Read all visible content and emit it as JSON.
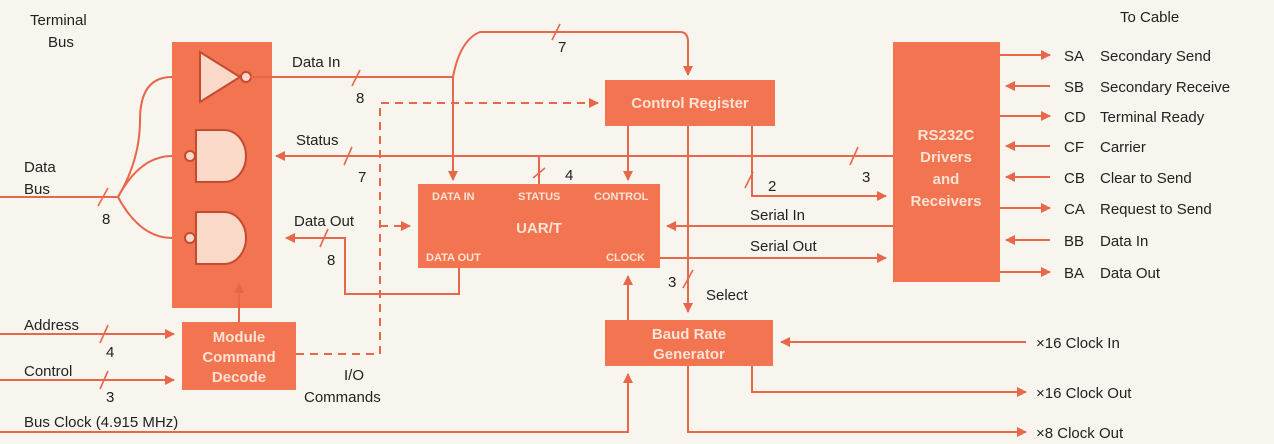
{
  "colors": {
    "block": "#f27450",
    "wire": "#e8664a",
    "text": "#222222",
    "background": "#f8f4ee"
  },
  "labels": {
    "terminal_bus_1": "Terminal",
    "terminal_bus_2": "Bus",
    "to_cable": "To Cable",
    "data_bus_1": "Data",
    "data_bus_2": "Bus",
    "data_bus_width": "8",
    "data_in": "Data In",
    "data_in_width": "8",
    "status": "Status",
    "status_width": "7",
    "data_out": "Data Out",
    "data_out_width": "8",
    "top_bus_width": "7",
    "uart_status_width": "4",
    "control_to_rs232_width": "2",
    "rs232_width": "3",
    "select_width": "3",
    "select": "Select",
    "serial_in": "Serial In",
    "serial_out": "Serial Out",
    "address": "Address",
    "address_width": "4",
    "control": "Control",
    "control_width": "3",
    "io_commands_1": "I/O",
    "io_commands_2": "Commands",
    "bus_clock": "Bus Clock (4.915 MHz)",
    "clock_in_16": "×16 Clock In",
    "clock_out_16": "×16 Clock Out",
    "clock_out_8": "×8 Clock Out"
  },
  "blocks": {
    "control_register": "Control Register",
    "uart": "UAR/T",
    "uart_data_in": "DATA IN",
    "uart_status": "STATUS",
    "uart_control": "CONTROL",
    "uart_data_out": "DATA OUT",
    "uart_clock": "CLOCK",
    "rs232_1": "RS232C",
    "rs232_2": "Drivers",
    "rs232_3": "and",
    "rs232_4": "Receivers",
    "module_1": "Module",
    "module_2": "Command",
    "module_3": "Decode",
    "baud_1": "Baud Rate",
    "baud_2": "Generator"
  },
  "signals": [
    {
      "code": "SA",
      "name": "Secondary Send"
    },
    {
      "code": "SB",
      "name": "Secondary Receive"
    },
    {
      "code": "CD",
      "name": "Terminal Ready"
    },
    {
      "code": "CF",
      "name": "Carrier"
    },
    {
      "code": "CB",
      "name": "Clear to Send"
    },
    {
      "code": "CA",
      "name": "Request to Send"
    },
    {
      "code": "BB",
      "name": "Data In"
    },
    {
      "code": "BA",
      "name": "Data Out"
    }
  ]
}
